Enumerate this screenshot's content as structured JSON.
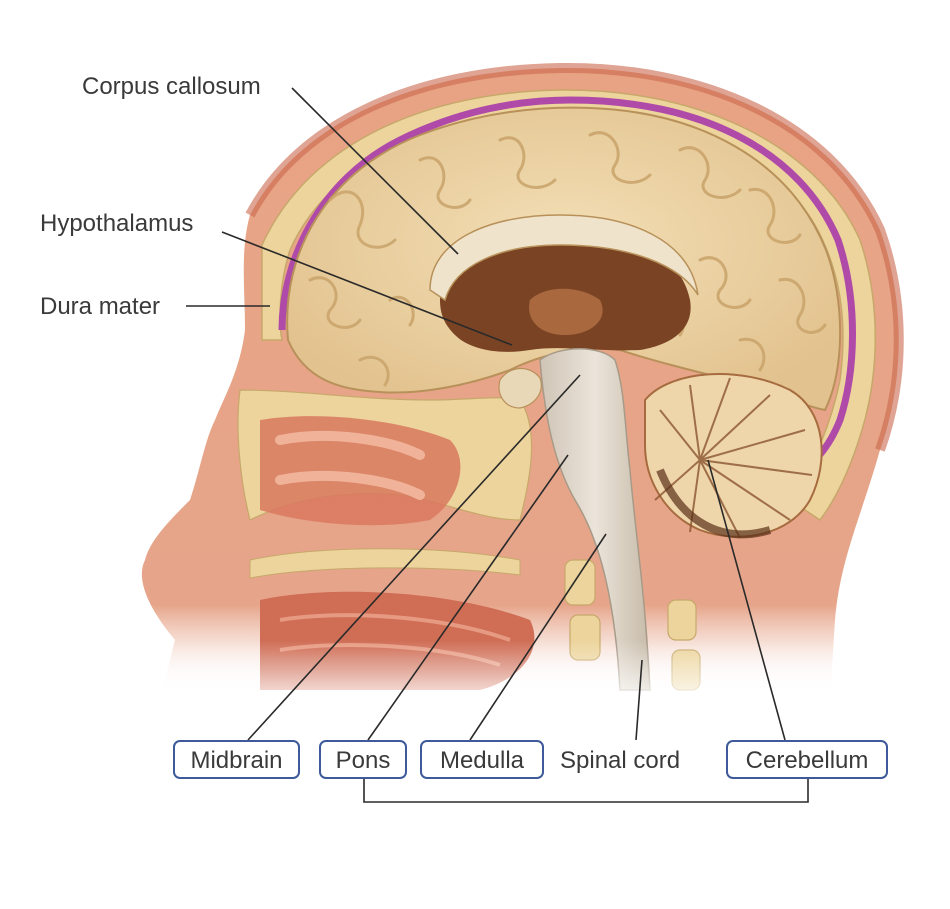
{
  "labels": {
    "corpus_callosum": "Corpus callosum",
    "hypothalamus": "Hypothalamus",
    "dura_mater": "Dura mater",
    "midbrain": "Midbrain",
    "pons": "Pons",
    "medulla": "Medulla",
    "spinal_cord": "Spinal cord",
    "cerebellum": "Cerebellum"
  },
  "colors": {
    "skin": "#e39a7a",
    "skin_dark": "#c9674b",
    "bone": "#f0dca8",
    "dura": "#b04aa8",
    "cortex": "#e9cf9f",
    "cortex_fold": "#c9a36a",
    "deep_brain": "#7a4424",
    "brainstem": "#d9d0c4",
    "box_border": "#3e5a9a"
  }
}
